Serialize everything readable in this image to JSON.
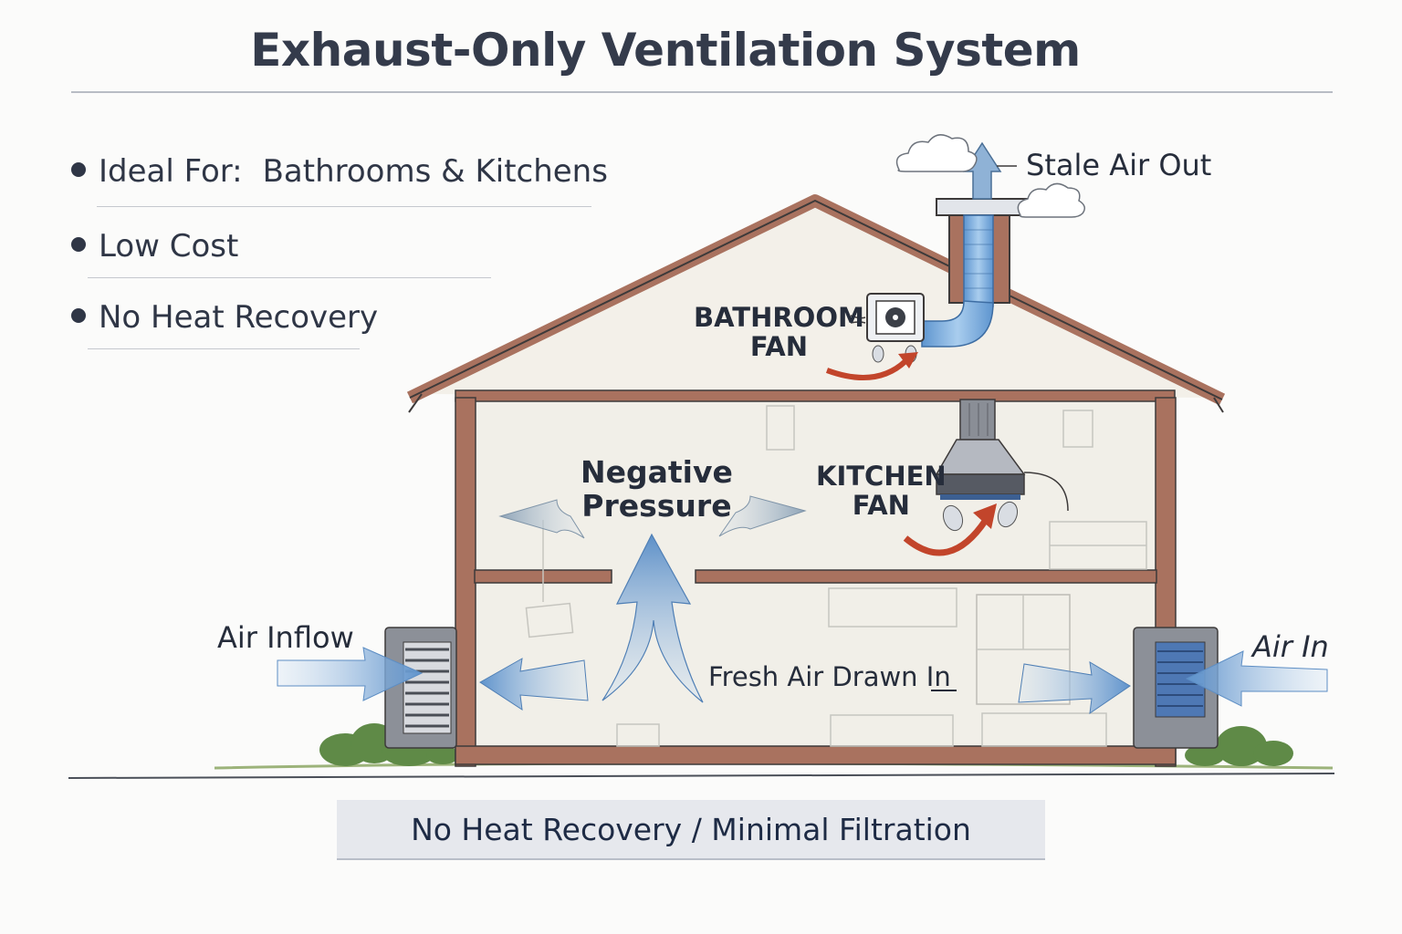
{
  "title": "Exhaust-Only Ventilation System",
  "bullets": [
    {
      "label": "Ideal For:",
      "value": "Bathrooms & Kitchens"
    },
    {
      "label": "Low Cost",
      "value": ""
    },
    {
      "label": "No Heat Recovery",
      "value": ""
    }
  ],
  "labels": {
    "stale_air_out": "Stale Air Out",
    "bathroom_fan_line1": "BATHROOM",
    "bathroom_fan_line2": "FAN",
    "kitchen_fan_line1": "KITCHEN",
    "kitchen_fan_line2": "FAN",
    "negative_pressure_line1": "Negative",
    "negative_pressure_line2": "Pressure",
    "fresh_air_drawn_in": "Fresh Air Drawn In",
    "air_inflow": "Air Inflow",
    "air_in": "Air In"
  },
  "footer": "No Heat Recovery / Minimal Filtration",
  "colors": {
    "wall": "#a9725f",
    "interior": "#f1efe8",
    "duct": "#7fb1e0",
    "arrow_blue": "#6f9fd0",
    "arrow_red": "#c2452b",
    "text_dark": "#2c3444"
  }
}
